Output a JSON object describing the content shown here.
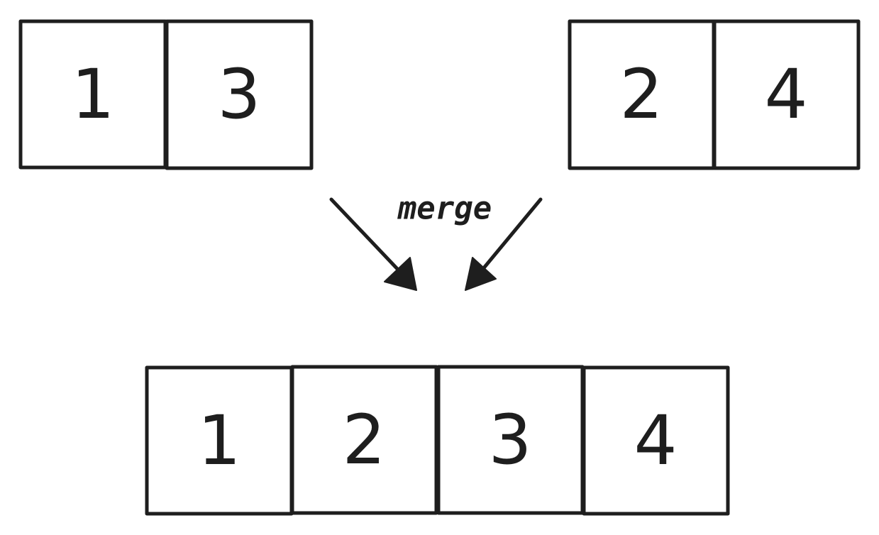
{
  "colors": {
    "ink": "#1e1e1e",
    "background": "#ffffff"
  },
  "left_array": {
    "cells": [
      "1",
      "3"
    ]
  },
  "right_array": {
    "cells": [
      "2",
      "4"
    ]
  },
  "operation": {
    "label": "merge"
  },
  "merged_array": {
    "cells": [
      "1",
      "2",
      "3",
      "4"
    ]
  }
}
